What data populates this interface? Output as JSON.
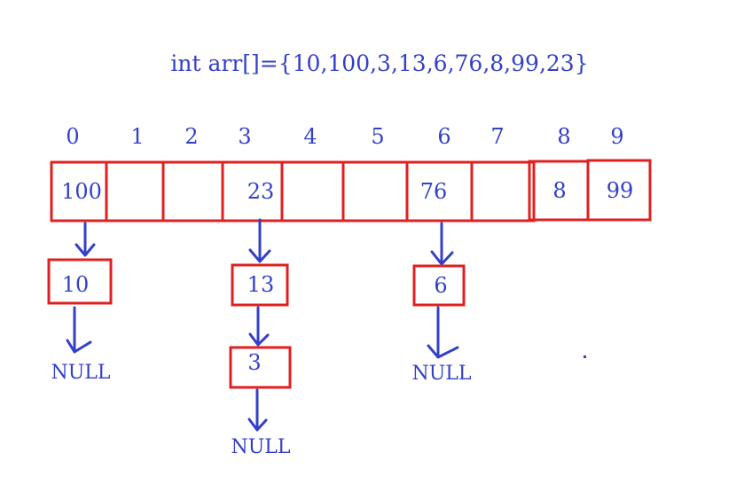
{
  "code": "int arr[]={10,100,3,13,6,76,8,99,23}",
  "indices": [
    "0",
    "1",
    "2",
    "3",
    "4",
    "5",
    "6",
    "7",
    "8",
    "9"
  ],
  "buckets": [
    "100",
    "",
    "",
    "23",
    "",
    "",
    "76",
    "",
    "8",
    "99"
  ],
  "chains": {
    "c0": [
      "10"
    ],
    "c3": [
      "13",
      "3"
    ],
    "c6": [
      "6"
    ]
  },
  "null_label": "NULL",
  "colors": {
    "ink": "#3340c8",
    "box": "#e02020"
  }
}
